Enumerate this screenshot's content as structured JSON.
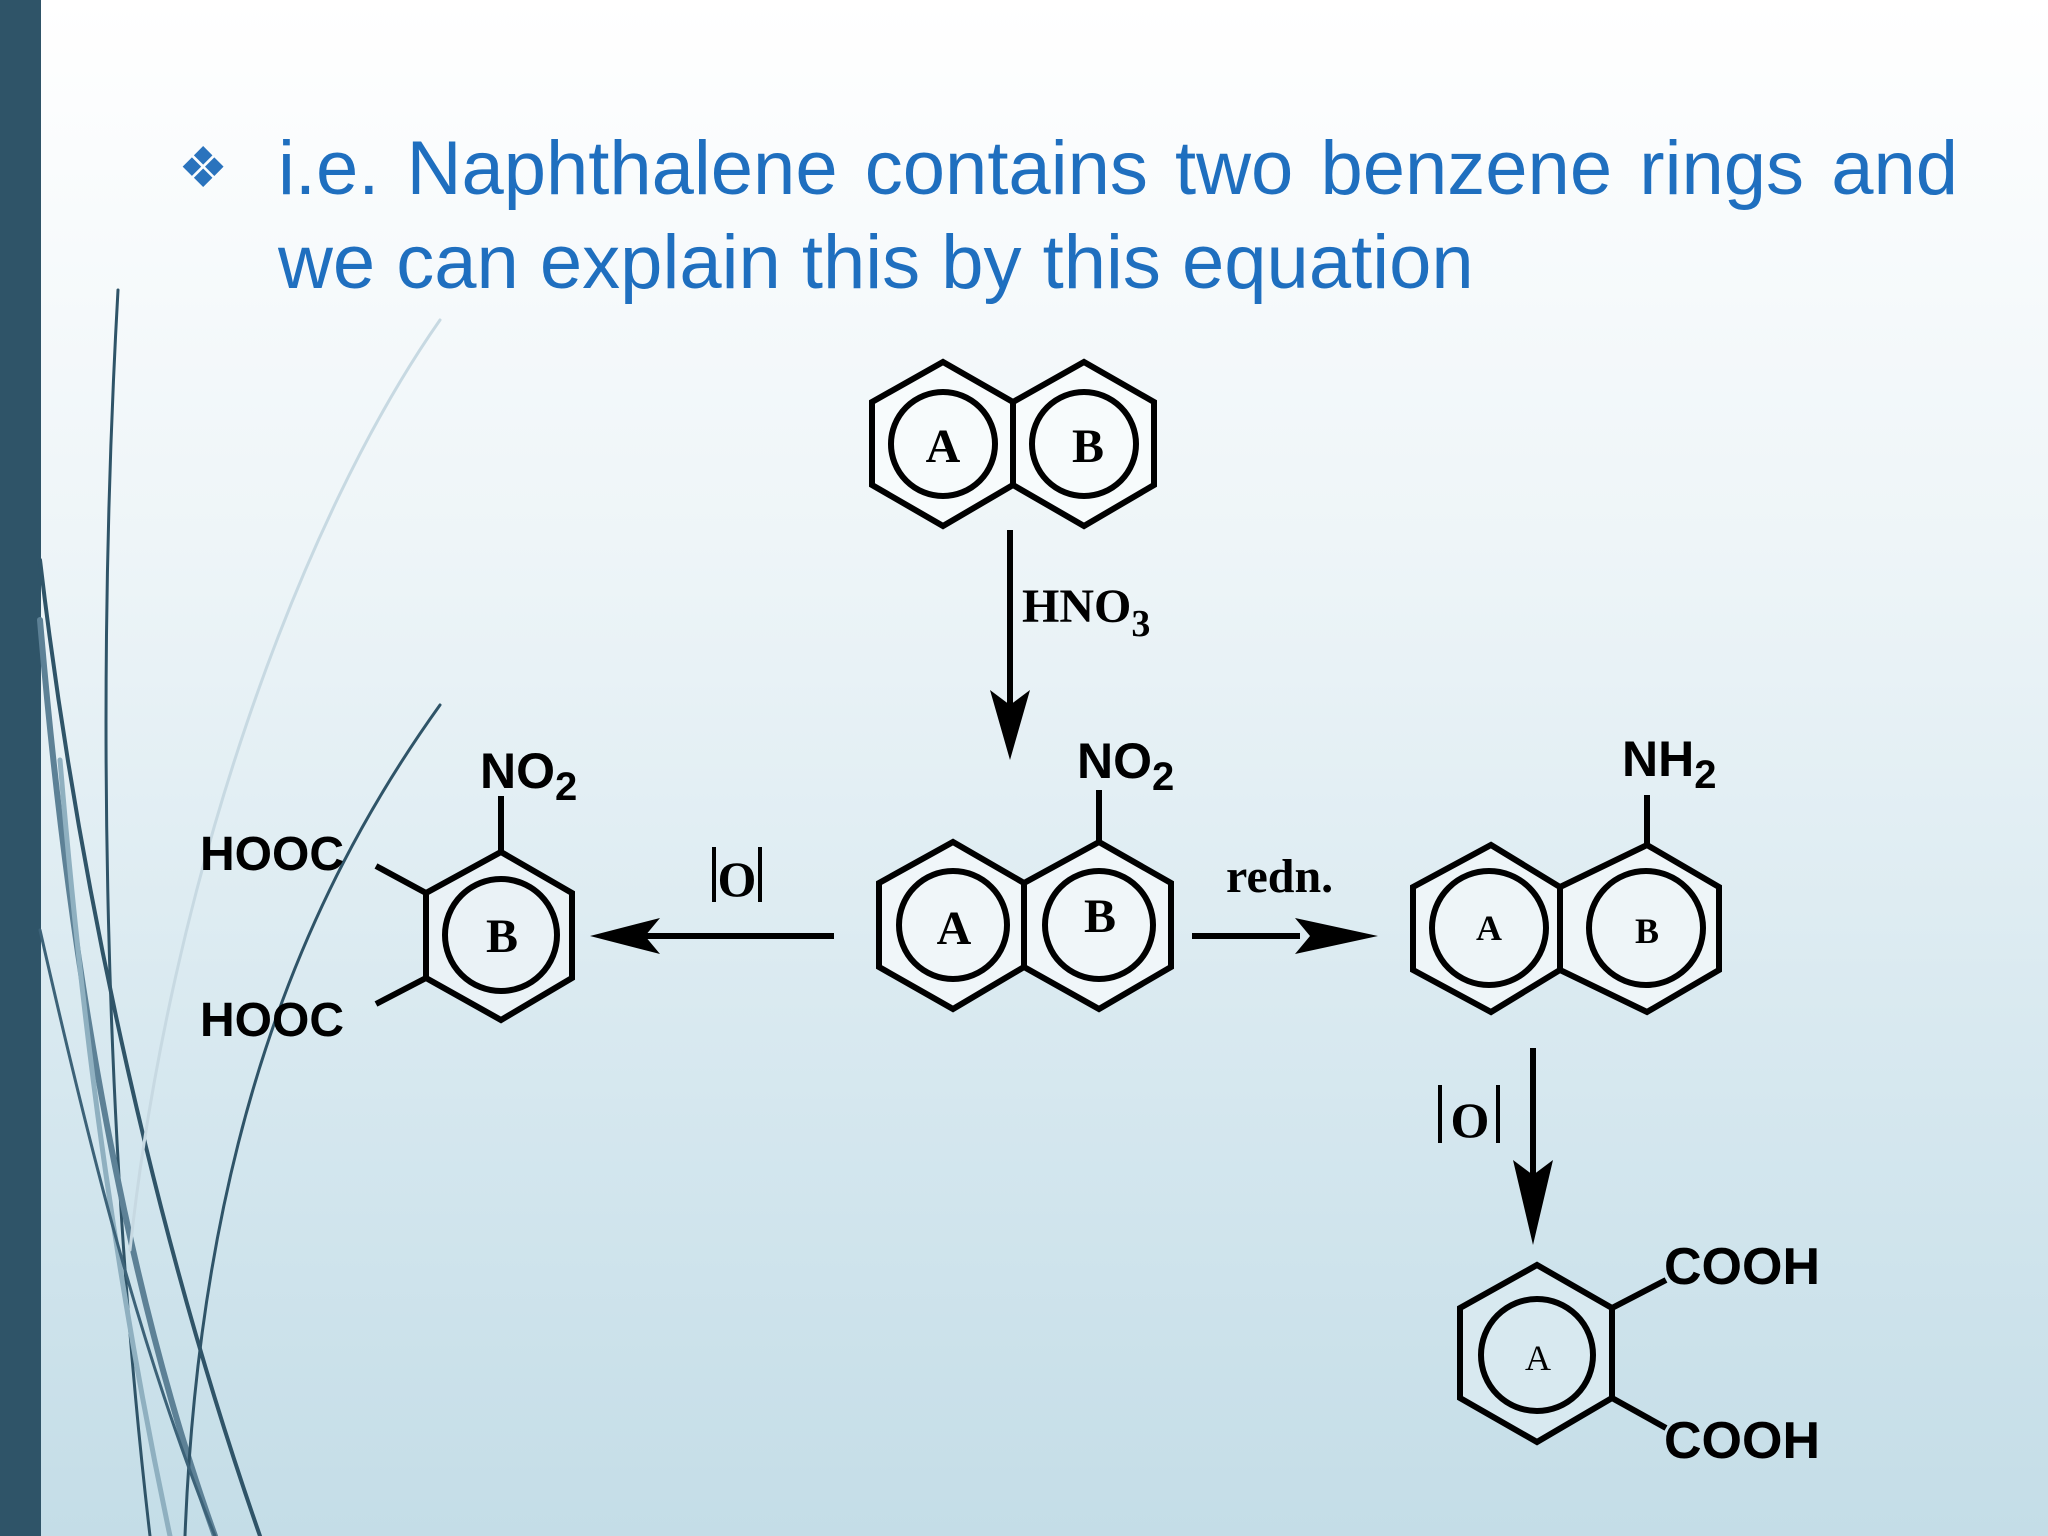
{
  "slide": {
    "bullet_icon": "diamond-bullet-icon",
    "text": "i.e. Naphthalene contains two benzene rings and we can explain this by this equation",
    "colors": {
      "text": "#1f6fbf",
      "sidebar": "#2f5468",
      "ink": "#000000"
    }
  },
  "scheme": {
    "top_ring_a": "A",
    "top_ring_b": "B",
    "reagent_top": "HNO",
    "reagent_top_sub": "3",
    "nitro_label": "NO",
    "nitro_sub": "2",
    "center_ring_a": "A",
    "center_ring_b": "B",
    "left_reagent": "O",
    "left_nitro_label": "NO",
    "left_nitro_sub": "2",
    "left_hooc_top": "HOOC",
    "left_hooc_bottom": "HOOC",
    "left_ring_b": "B",
    "right_reagent": "redn.",
    "amine_label": "NH",
    "amine_sub": "2",
    "right_ring_a": "A",
    "right_ring_b": "B",
    "down_reagent": "O",
    "bottom_ring_a": "A",
    "cooh_top": "COOH",
    "cooh_bottom": "COOH"
  }
}
